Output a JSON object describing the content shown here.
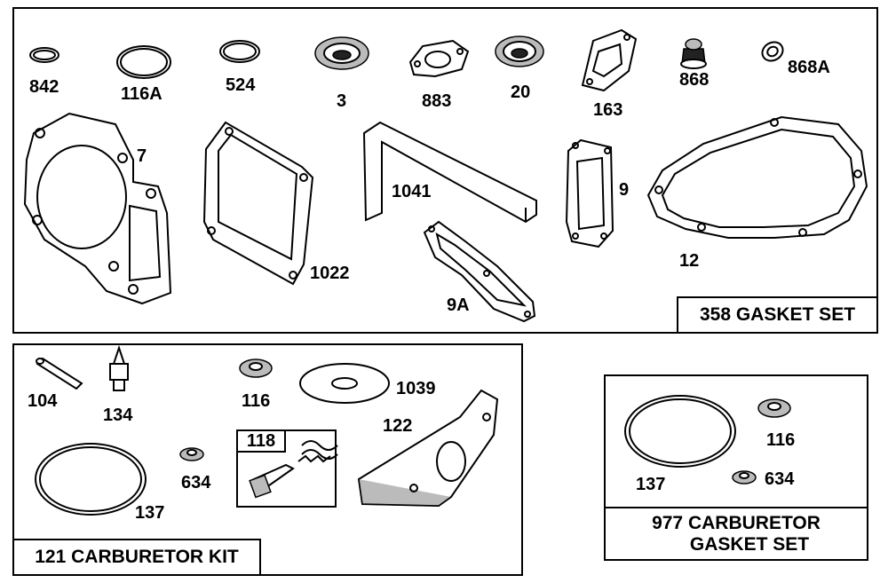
{
  "kits": {
    "gasket_set": {
      "title": "358 GASKET SET"
    },
    "carb_kit": {
      "title": "121 CARBURETOR KIT",
      "subkit": "118"
    },
    "carb_gasket_set": {
      "title_line1": "977 CARBURETOR",
      "title_line2": "GASKET SET"
    }
  },
  "parts": {
    "p842": "842",
    "p116A": "116A",
    "p524": "524",
    "p3": "3",
    "p883": "883",
    "p20": "20",
    "p163": "163",
    "p868": "868",
    "p868A": "868A",
    "p7": "7",
    "p1022": "1022",
    "p1041": "1041",
    "p9": "9",
    "p9A": "9A",
    "p12": "12",
    "p104": "104",
    "p134": "134",
    "p116": "116",
    "p1039": "1039",
    "p122": "122",
    "p137": "137",
    "p634": "634",
    "p137b": "137",
    "p116b": "116",
    "p634b": "634"
  }
}
